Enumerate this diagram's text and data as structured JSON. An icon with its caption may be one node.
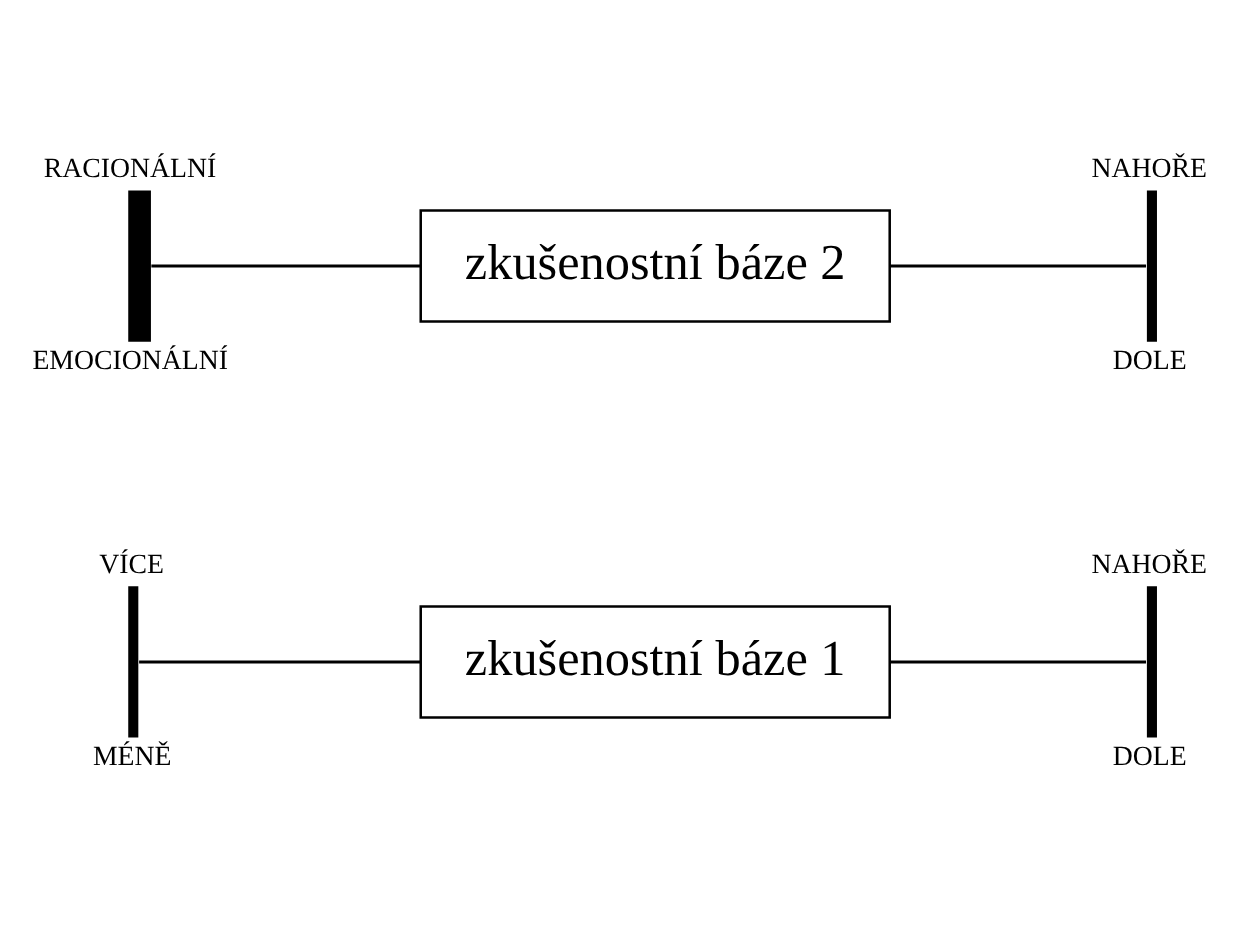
{
  "diagram": {
    "nodes": [
      {
        "text": [],
        "shape": "bar",
        "beside": [
          "VÍCE",
          "MÉNĚ"
        ]
      },
      {
        "text": [
          "zkušenostní báze 1"
        ]
      },
      {
        "text": [],
        "shape": "bar",
        "beside": [
          "NAHOŘE",
          "DOLE"
        ]
      },
      {
        "text": [],
        "shape": "bar",
        "beside": [
          "RACIONÁLNÍ",
          "EMOCIONÁLNÍ"
        ]
      },
      {
        "text": [
          "zkušenostní báze 2"
        ]
      },
      {
        "text": [],
        "shape": "bar",
        "beside": [
          "NAHOŘE",
          "DOLE"
        ]
      }
    ],
    "edges": [
      {
        "from": 0,
        "to": 1,
        "arrow": "none"
      },
      {
        "from": 1,
        "to": 2,
        "arrow": "none"
      },
      {
        "from": 3,
        "to": 4,
        "arrow": "none"
      },
      {
        "from": 4,
        "to": 5,
        "arrow": "none"
      }
    ]
  }
}
